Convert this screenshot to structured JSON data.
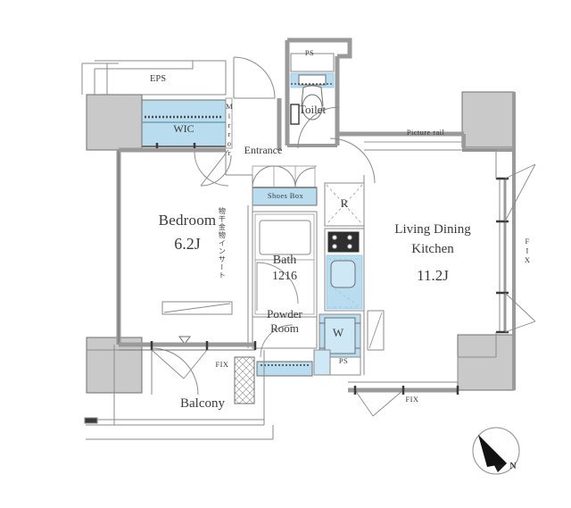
{
  "document": {
    "type": "residential-floor-plan",
    "title": "Apartment Floor Plan"
  },
  "colors": {
    "wall_fill": "#c9c9c9",
    "wall_stroke": "#6e6e6e",
    "thin_line": "#8a8a8a",
    "fixture_blue": "#b9dcee",
    "fixture_blue_dark": "#8fc6e2",
    "text": "#3a3a3a",
    "background": "#ffffff"
  },
  "rooms": [
    {
      "key": "bedroom",
      "name": "Bedroom",
      "area": "6.2J"
    },
    {
      "key": "ldk",
      "name_line1": "Living Dining",
      "name_line2": "Kitchen",
      "area": "11.2J"
    },
    {
      "key": "balcony",
      "name": "Balcony"
    },
    {
      "key": "entrance",
      "name": "Entrance"
    },
    {
      "key": "bath",
      "name": "Bath",
      "size": "1216"
    },
    {
      "key": "powder",
      "name_line1": "Powder",
      "name_line2": "Room"
    },
    {
      "key": "toilet",
      "name": "Toilet"
    },
    {
      "key": "wic",
      "name": "WIC"
    }
  ],
  "labels": {
    "eps": "EPS",
    "wic": "WIC",
    "mirror": "Mirror",
    "entrance": "Entrance",
    "shoes_box": "Shoes Box",
    "toilet": "Toilet",
    "ps_top": "PS",
    "ps_bottom": "PS",
    "picture_rail": "Picture rail",
    "bedroom": "Bedroom",
    "bedroom_area": "6.2J",
    "laundry_insert_jp": "物干金物インサート",
    "bath": "Bath",
    "bath_size": "1216",
    "powder_line1": "Powder",
    "powder_line2": "Room",
    "ldk_line1": "Living Dining",
    "ldk_line2": "Kitchen",
    "ldk_area": "11.2J",
    "refrigerator": "R",
    "washer": "W",
    "balcony": "Balcony",
    "fix_left": "FIX",
    "fix_bottom": "FIX",
    "fix_right": "FIX"
  },
  "appliances": [
    {
      "key": "refrigerator",
      "symbol": "R",
      "name": "refrigerator-space"
    },
    {
      "key": "washer",
      "symbol": "W",
      "name": "washing-machine-space"
    },
    {
      "key": "cooktop",
      "symbol": "",
      "name": "cooktop-stove"
    },
    {
      "key": "sink",
      "symbol": "",
      "name": "kitchen-sink"
    },
    {
      "key": "toilet_unit",
      "symbol": "",
      "name": "toilet-fixture"
    },
    {
      "key": "bathtub",
      "symbol": "",
      "name": "bathtub"
    },
    {
      "key": "vanity",
      "symbol": "",
      "name": "powder-room-vanity"
    }
  ],
  "compass": {
    "label": "N",
    "direction": "north-west"
  },
  "windows": [
    {
      "key": "fix_left",
      "label": "FIX",
      "orientation": "horizontal"
    },
    {
      "key": "fix_bottom",
      "label": "FIX",
      "orientation": "horizontal"
    },
    {
      "key": "fix_right",
      "label": "FIX",
      "orientation": "vertical"
    }
  ]
}
